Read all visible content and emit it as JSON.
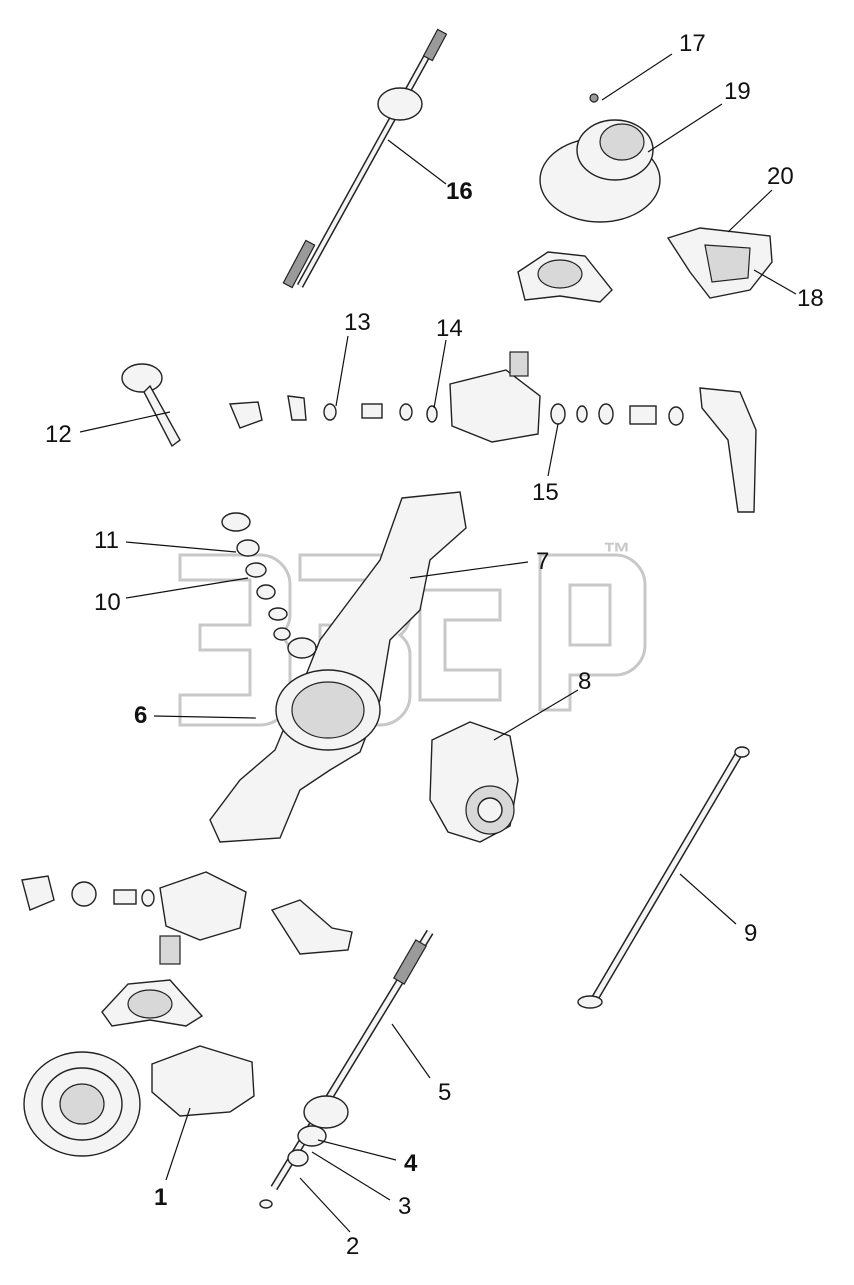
{
  "watermark": {
    "mark": "™"
  },
  "callouts": [
    {
      "id": "c17",
      "text": "17",
      "bold": false
    },
    {
      "id": "c19",
      "text": "19",
      "bold": false
    },
    {
      "id": "c16",
      "text": "16",
      "bold": true
    },
    {
      "id": "c20",
      "text": "20",
      "bold": false
    },
    {
      "id": "c18",
      "text": "18",
      "bold": false
    },
    {
      "id": "c13",
      "text": "13",
      "bold": false
    },
    {
      "id": "c14",
      "text": "14",
      "bold": false
    },
    {
      "id": "c12",
      "text": "12",
      "bold": false
    },
    {
      "id": "c15",
      "text": "15",
      "bold": false
    },
    {
      "id": "c11",
      "text": "11",
      "bold": false
    },
    {
      "id": "c10",
      "text": "10",
      "bold": false
    },
    {
      "id": "c7",
      "text": "7",
      "bold": false
    },
    {
      "id": "c8",
      "text": "8",
      "bold": false
    },
    {
      "id": "c6",
      "text": "6",
      "bold": true
    },
    {
      "id": "c9",
      "text": "9",
      "bold": false
    },
    {
      "id": "c5",
      "text": "5",
      "bold": false
    },
    {
      "id": "c4",
      "text": "4",
      "bold": true
    },
    {
      "id": "c3",
      "text": "3",
      "bold": false
    },
    {
      "id": "c1",
      "text": "1",
      "bold": true
    },
    {
      "id": "c2",
      "text": "2",
      "bold": false
    }
  ]
}
